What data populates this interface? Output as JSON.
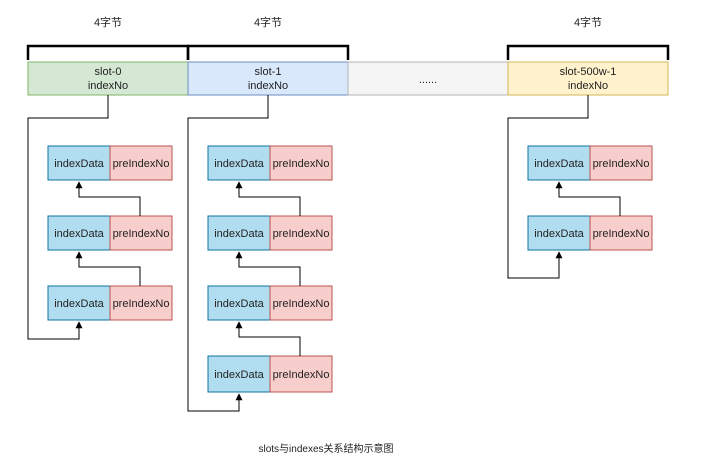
{
  "brace_label": "4字节",
  "slots": [
    {
      "name": "slot-0",
      "field": "indexNo",
      "fill": "#d5e8d4",
      "stroke": "#82b366"
    },
    {
      "name": "slot-1",
      "field": "indexNo",
      "fill": "#dae8fc",
      "stroke": "#6c8ebf"
    },
    {
      "name": "......",
      "field": "",
      "fill": "#f5f5f5",
      "stroke": "#b3b3b3"
    },
    {
      "name": "slot-500w-1",
      "field": "indexNo",
      "fill": "#fff2cc",
      "stroke": "#d6b656"
    }
  ],
  "node": {
    "data_label": "indexData",
    "prev_label": "preIndexNo",
    "data_fill": "#b1ddf0",
    "data_stroke": "#10739e",
    "prev_fill": "#f8cecc",
    "prev_stroke": "#b85450"
  },
  "chains": [
    {
      "slot": "slot-0",
      "node_count": 3
    },
    {
      "slot": "slot-1",
      "node_count": 4
    },
    {
      "slot": "slot-500w-1",
      "node_count": 2
    }
  ],
  "caption": "slots与indexes关系结构示意图"
}
